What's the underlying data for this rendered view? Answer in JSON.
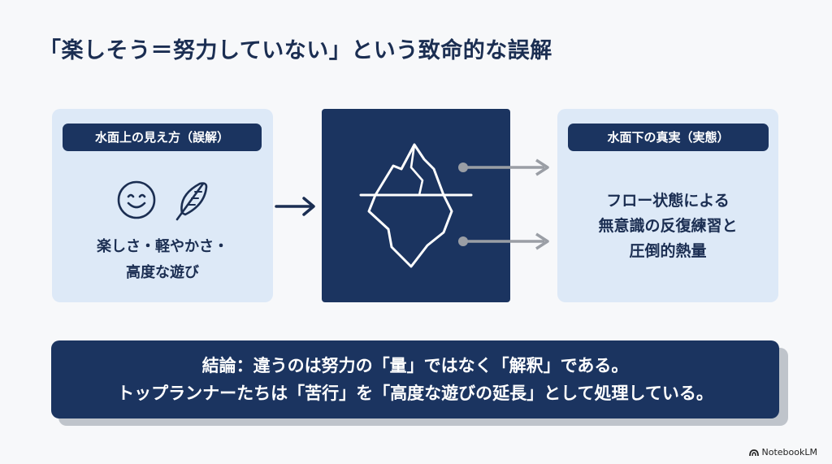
{
  "title": "「楽しそう＝努力していない」という致命的な誤解",
  "left_panel": {
    "header": "水面上の見え方（誤解）",
    "icons": [
      "smile-icon",
      "feather-icon"
    ],
    "text_line1": "楽しさ・軽やかさ・",
    "text_line2": "高度な遊び"
  },
  "right_panel": {
    "header": "水面下の真実（実態）",
    "text_line1": "フロー状態による",
    "text_line2": "無意識の反復練習と",
    "text_line3": "圧倒的熱量"
  },
  "center": {
    "icon": "iceberg-icon"
  },
  "conclusion": {
    "line1": "結論：違うのは努力の「量」ではなく「解釈」である。",
    "line2": "トップランナーたちは「苦行」を「高度な遊びの延長」として処理している。"
  },
  "branding": {
    "logo_text": "NotebookLM"
  },
  "colors": {
    "navy": "#1b3460",
    "panel": "#dde9f7",
    "arrow_gray": "#9a9ea5"
  }
}
